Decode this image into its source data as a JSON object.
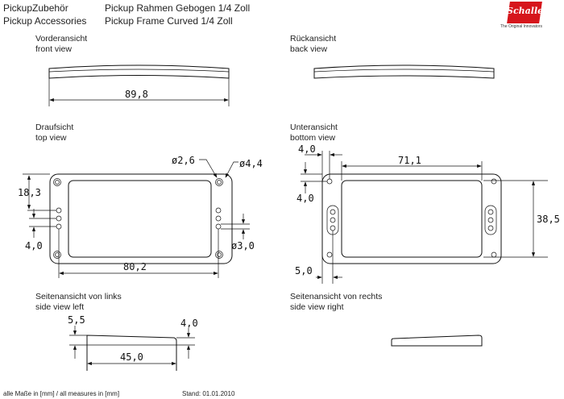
{
  "header": {
    "category_de": "PickupZubehör",
    "category_en": "Pickup Accessories",
    "product_de": "Pickup Rahmen Gebogen 1/4 Zoll",
    "product_en": "Pickup Frame Curved 1/4 Zoll"
  },
  "logo": {
    "name": "Schaller",
    "tagline": "The Original Innovators",
    "color": "#d6161c"
  },
  "views": {
    "front": {
      "de": "Vorderansicht",
      "en": "front view",
      "width": "89,8"
    },
    "back": {
      "de": "Rückansicht",
      "en": "back view"
    },
    "top": {
      "de": "Draufsicht",
      "en": "top view",
      "d_hole_inner": "ø2,6",
      "d_hole_outer": "ø4,4",
      "height": "18,3",
      "spacing": "4,0",
      "d_small": "ø3,0",
      "hole_span": "80,2"
    },
    "bottom": {
      "de": "Unteransicht",
      "en": "bottom view",
      "offset_x": "4,0",
      "offset_y": "4,0",
      "inner_width": "71,1",
      "inner_height": "38,5",
      "slot_offset": "5,0"
    },
    "side_left": {
      "de": "Seitenansicht von links",
      "en": "side view left",
      "h_left": "5,5",
      "h_right": "4,0",
      "depth": "45,0"
    },
    "side_right": {
      "de": "Seitenansicht von rechts",
      "en": "side view right"
    }
  },
  "footer": {
    "units": "alle Maße in [mm] / all measures in [mm]",
    "date": "Stand: 01.01.2010"
  }
}
